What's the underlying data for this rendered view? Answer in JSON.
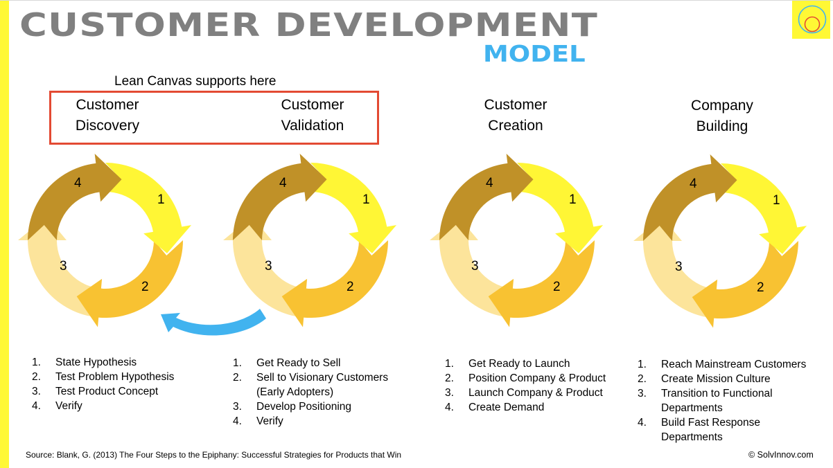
{
  "title": "CUSTOMER DEVELOPMENT",
  "subtitle": "MODEL",
  "colors": {
    "title_gray": "#808080",
    "accent_blue": "#41b3ef",
    "accent_yellow": "#fff835",
    "highlight_red": "#e34a33",
    "step1": "#fff635",
    "step2": "#f8c232",
    "step3": "#fce49b",
    "step4": "#c09128"
  },
  "lean_canvas_label": "Lean Canvas supports here",
  "phases": [
    {
      "heading_line1": "Customer",
      "heading_line2": "Discovery",
      "cycle_labels": [
        "1",
        "2",
        "3",
        "4"
      ],
      "steps": [
        {
          "num": "1.",
          "text": "State Hypothesis"
        },
        {
          "num": "2.",
          "text": "Test Problem Hypothesis"
        },
        {
          "num": "3.",
          "text": "Test Product Concept"
        },
        {
          "num": "4.",
          "text": "Verify"
        }
      ]
    },
    {
      "heading_line1": "Customer",
      "heading_line2": "Validation",
      "cycle_labels": [
        "1",
        "2",
        "3",
        "4"
      ],
      "steps": [
        {
          "num": "1.",
          "text": "Get Ready to Sell"
        },
        {
          "num": "2.",
          "text": "Sell to Visionary Customers"
        },
        {
          "num": "",
          "text": "(Early Adopters)"
        },
        {
          "num": "3.",
          "text": "Develop Positioning"
        },
        {
          "num": "4.",
          "text": "Verify"
        }
      ]
    },
    {
      "heading_line1": "Customer",
      "heading_line2": "Creation",
      "cycle_labels": [
        "1",
        "2",
        "3",
        "4"
      ],
      "steps": [
        {
          "num": "1.",
          "text": "Get Ready to Launch"
        },
        {
          "num": "2.",
          "text": "Position Company & Product"
        },
        {
          "num": "3.",
          "text": "Launch Company & Product"
        },
        {
          "num": "4.",
          "text": "Create Demand"
        }
      ]
    },
    {
      "heading_line1": "Company",
      "heading_line2": "Building",
      "cycle_labels": [
        "1",
        "2",
        "3",
        "4"
      ],
      "steps": [
        {
          "num": "1.",
          "text": "Reach Mainstream Customers"
        },
        {
          "num": "2.",
          "text": "Create Mission Culture"
        },
        {
          "num": "3.",
          "text": "Transition to Functional"
        },
        {
          "num": "",
          "text": "Departments"
        },
        {
          "num": "4.",
          "text": "Build Fast Response"
        },
        {
          "num": "",
          "text": "Departments"
        }
      ]
    }
  ],
  "icons": {
    "logo": "concentric-circles-logo-icon",
    "feedback_arrow": "curved-return-arrow-icon"
  },
  "footer": {
    "source": "Source: Blank, G. (2013) The Four Steps to the Epiphany: Successful Strategies for Products that Win",
    "copyright": "© SolvInnov.com"
  }
}
